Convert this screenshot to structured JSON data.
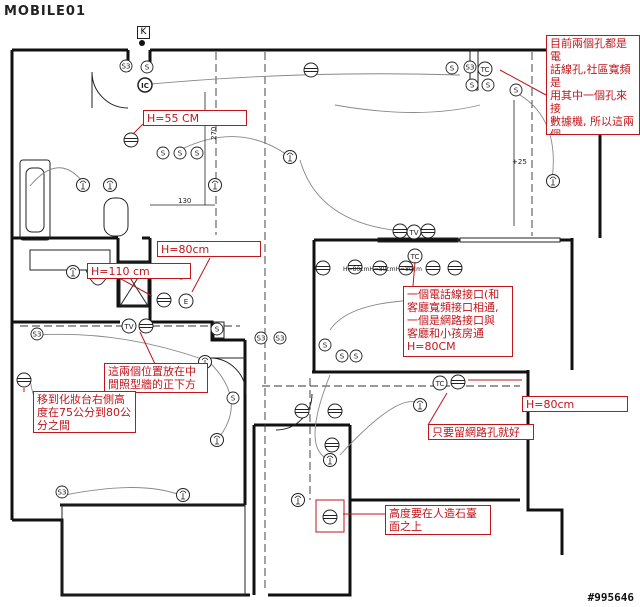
{
  "logo": "MOBILE01",
  "watermark": "#995646",
  "marker_k": "K",
  "dimensions": {
    "d270": "270",
    "d130": "130",
    "d25": "+25"
  },
  "floor_labels": {
    "h80_row": "H=80cmH=80cmH=80cm"
  },
  "notes": [
    {
      "id": "note-top-right",
      "text": "目前兩個孔都是電\n話線孔,社區寬頻是\n用其中一個孔來接\n數據機, 所以這兩個\n電話線孔要保留, 另\n外用一個網路孔和\n書房對接"
    },
    {
      "id": "note-h55",
      "text": "H=55 CM"
    },
    {
      "id": "note-h80-left",
      "text": "H=80cm"
    },
    {
      "id": "note-h110",
      "text": "H=110 cm"
    },
    {
      "id": "note-center-right",
      "text": "一個電話線接口(和\n客廳寬頻接口相通,\n一個是網路接口與\n客廳和小孩房通\nH=80CM"
    },
    {
      "id": "note-tv-position",
      "text": "這兩個位置放在中\n間照型牆的正下方"
    },
    {
      "id": "note-vanity",
      "text": "移到化妝台右側高\n度在75公分到80公\n分之間"
    },
    {
      "id": "note-h80-right",
      "text": "H=80cm"
    },
    {
      "id": "note-network-only",
      "text": "只要留網路孔就好"
    },
    {
      "id": "note-countertop",
      "text": "高度要在人造石臺\n面之上"
    }
  ],
  "symbols": {
    "s3": "S3",
    "s": "S",
    "tv": "TV",
    "tc": "TC",
    "e": "E",
    "ic": "IC"
  }
}
